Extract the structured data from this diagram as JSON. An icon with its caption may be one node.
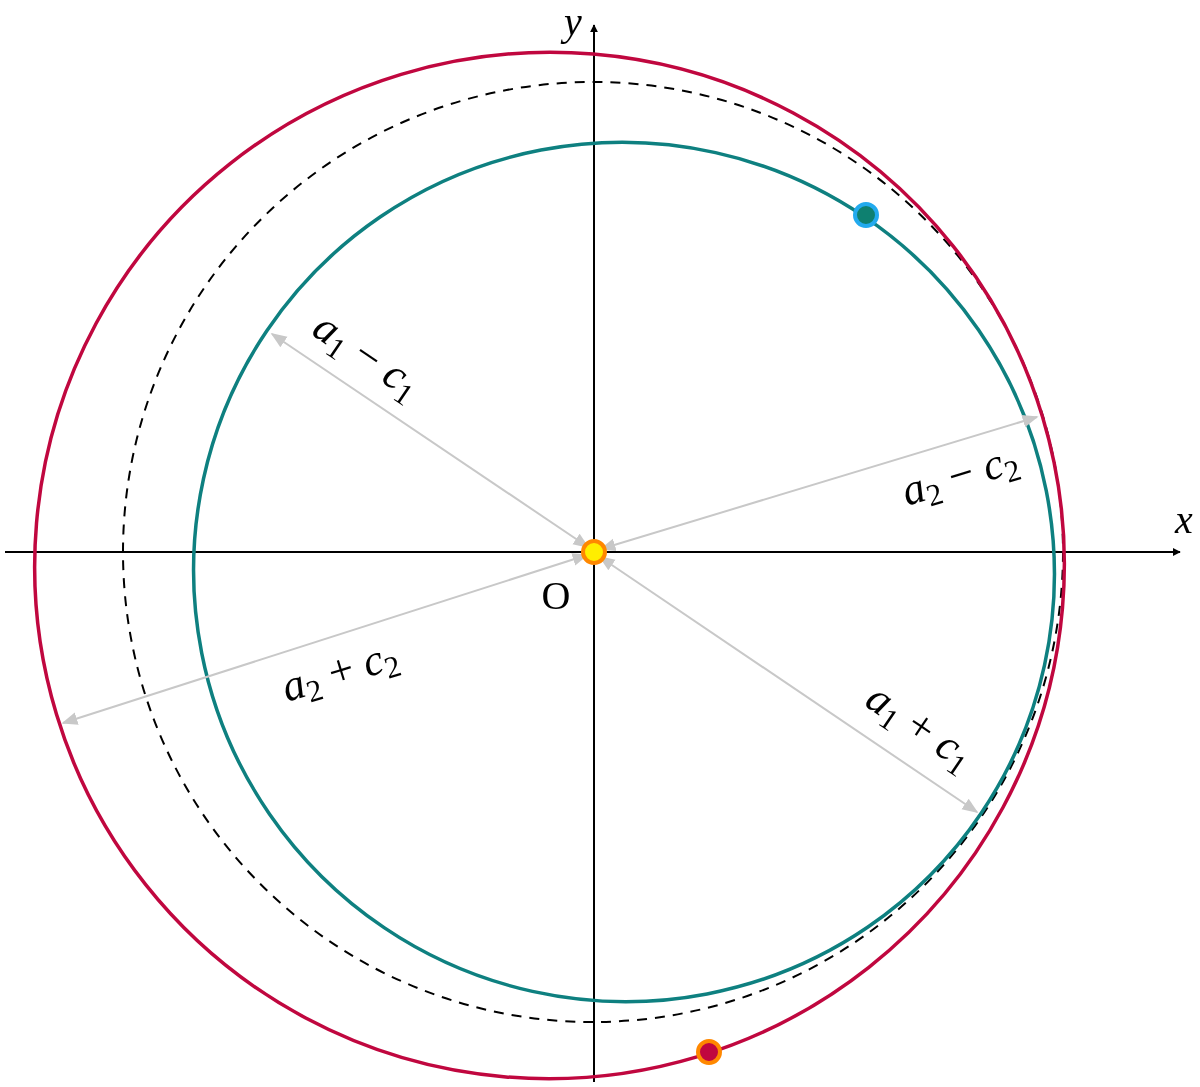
{
  "diagram": {
    "labels": [
      "y",
      "*a*$_{1}$ − *c*$_{1}$",
      "*a*$_{2}$ − *c*$_{2}$",
      "x",
      "O",
      "*a*$_{2}$ + *c*$_{2}$",
      "*a*$_{1}$ + *c*$_{1}$"
    ]
  }
}
